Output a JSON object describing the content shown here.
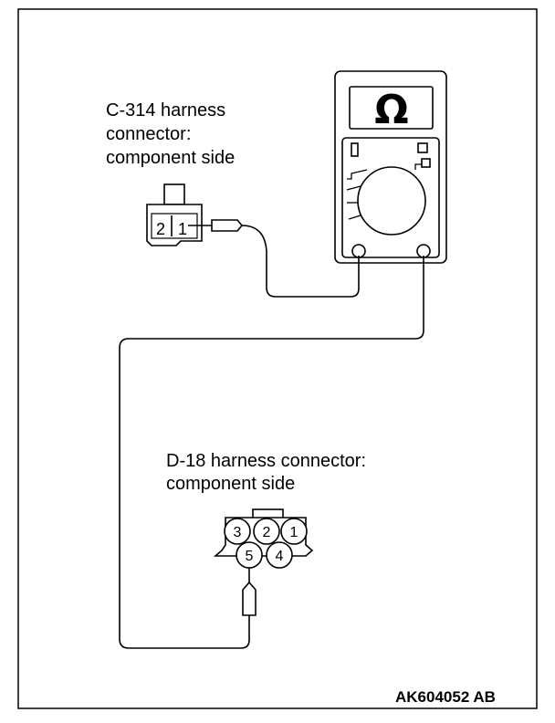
{
  "labels": {
    "c314_line1": "C-314 harness",
    "c314_line2": "connector:",
    "c314_line3": "component side",
    "d18_line1": "D-18 harness connector:",
    "d18_line2": "component side"
  },
  "c314_pins": [
    "2",
    "1"
  ],
  "d18_pins": [
    "3",
    "2",
    "1",
    "5",
    "4"
  ],
  "meter": {
    "symbol": "Ω"
  },
  "figure_code": "AK604052 AB"
}
